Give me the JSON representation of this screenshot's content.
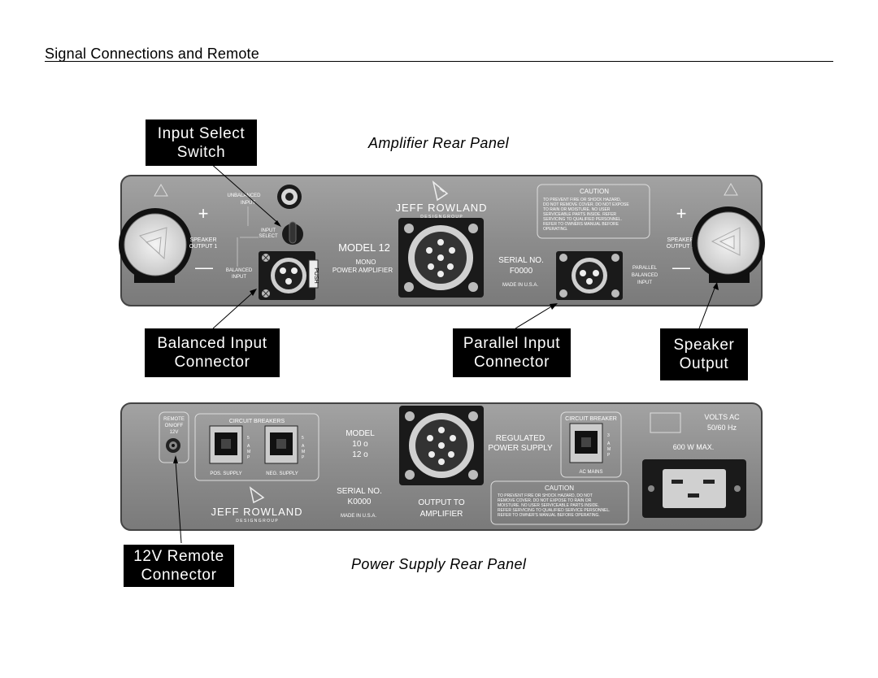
{
  "page": {
    "title": "Signal Connections and Remote"
  },
  "captions": {
    "amplifier": "Amplifier Rear Panel",
    "power_supply": "Power Supply Rear Panel"
  },
  "callouts": {
    "input_select": [
      "Input Select",
      "Switch"
    ],
    "balanced_input": [
      "Balanced Input",
      "Connector"
    ],
    "parallel_input": [
      "Parallel Input",
      "Connector"
    ],
    "speaker_output": [
      "Speaker",
      "Output"
    ],
    "remote": [
      "12V Remote",
      "Connector"
    ]
  },
  "amp_panel": {
    "unbalanced_input": [
      "UNBALANCED",
      "INPUT"
    ],
    "input_select": [
      "INPUT",
      "SELECT"
    ],
    "balanced_input": [
      "BALANCED",
      "INPUT"
    ],
    "push": "PUSH",
    "speaker_output_left": [
      "SPEAKER",
      "OUTPUT 1"
    ],
    "speaker_output_right": [
      "SPEAKER",
      "OUTPUT 1"
    ],
    "plus": "+",
    "minus": "—",
    "brand": "JEFF ROWLAND",
    "brand_sub": "D E S I G N   G R O U P",
    "model": "MODEL 12",
    "model_desc": [
      "MONO",
      "POWER AMPLIFIER"
    ],
    "serial": "SERIAL NO.",
    "serial_value": "F0000",
    "made_in": "MADE IN U.S.A.",
    "parallel_input": [
      "PARALLEL",
      "BALANCED",
      "INPUT"
    ],
    "caution_title": "CAUTION",
    "caution_text": [
      "TO PREVENT FIRE OR SHOCK HAZARD,",
      "DO NOT REMOVE COVER.  DO NOT EXPOSE",
      "TO RAIN OR MOISTURE.  NO USER",
      "SERVICEABLE PARTS INSIDE.  REFER",
      "SERVICING TO QUALIFIED PERSONNEL.",
      "REFER TO OWNERS MANUAL BEFORE",
      "OPERATING."
    ]
  },
  "ps_panel": {
    "remote": [
      "REMOTE",
      "ON/OFF",
      "12V"
    ],
    "circuit_breakers": "CIRCUIT BREAKERS",
    "pos_supply": "POS. SUPPLY",
    "neg_supply": "NEG. SUPPLY",
    "amp_rating": [
      "5",
      "A",
      "M",
      "P"
    ],
    "mains_rating": [
      "3",
      "A",
      "M",
      "P"
    ],
    "model": "MODEL",
    "model_values": [
      "10 o",
      "12 o"
    ],
    "serial": "SERIAL NO.",
    "serial_value": "K0000",
    "made_in": "MADE IN U.S.A.",
    "output_to": [
      "OUTPUT TO",
      "AMPLIFIER"
    ],
    "regulated": [
      "REGULATED",
      "POWER SUPPLY"
    ],
    "circuit_breaker": "CIRCUIT BREAKER",
    "ac_mains": "AC MAINS",
    "volts": [
      "VOLTS AC",
      "50/60 Hz"
    ],
    "max": "600 W MAX.",
    "brand": "JEFF ROWLAND",
    "brand_sub": "D E S I G N   G R O U P",
    "caution_title": "CAUTION",
    "caution_text": [
      "TO PREVENT FIRE OR SHOCK HAZARD, DO NOT",
      "REMOVE COVER.  DO NOT EXPOSE TO RAIN OR",
      "MOISTURE.  NO USER SERVICEABLE PARTS INSIDE.",
      "REFER SERVICING TO QUALIFIED SERVICE PERSONNEL.",
      "REFER TO OWNER'S MANUAL BEFORE OPERATING."
    ]
  },
  "colors": {
    "panel": "#8f8f8f",
    "panel_edge": "#555555",
    "callout_bg": "#000000"
  }
}
